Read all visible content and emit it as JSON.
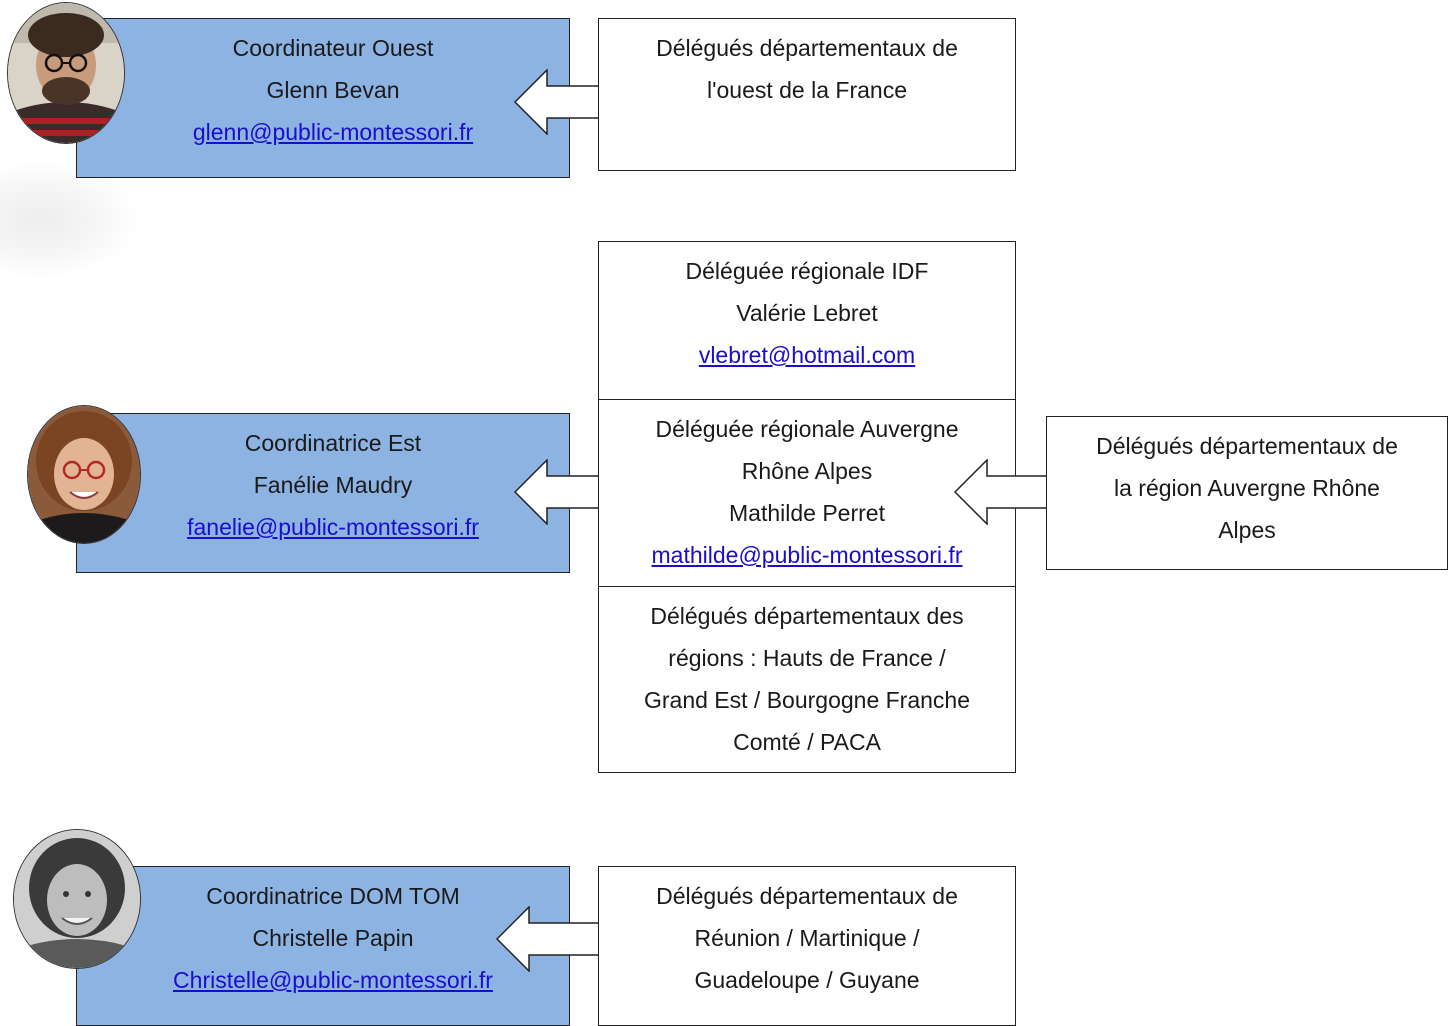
{
  "ouest": {
    "title": "Coordinateur Ouest",
    "name": "Glenn Bevan",
    "email": "glenn@public-montessori.fr",
    "target_lines": [
      "Délégués départementaux de",
      "l'ouest de la France"
    ]
  },
  "est": {
    "title": "Coordinatrice Est",
    "name": "Fanélie Maudry",
    "email": "fanelie@public-montessori.fr"
  },
  "idf": {
    "title": "Déléguée régionale IDF",
    "name": "Valérie Lebret",
    "email": "vlebret@hotmail.com"
  },
  "aura": {
    "title_line1": "Déléguée régionale Auvergne",
    "title_line2": "Rhône Alpes",
    "name": "Mathilde Perret",
    "email": "mathilde@public-montessori.fr",
    "target_lines": [
      "Délégués départementaux de",
      "la région Auvergne Rhône",
      "Alpes"
    ]
  },
  "regions": {
    "lines": [
      "Délégués départementaux des",
      "régions : Hauts de France  /",
      "Grand Est / Bourgogne Franche",
      "Comté / PACA"
    ]
  },
  "domtom": {
    "title": "Coordinatrice DOM TOM",
    "name": "Christelle Papin",
    "email": "Christelle@public-montessori.fr",
    "target_lines": [
      "Délégués départementaux de",
      "Réunion / Martinique /",
      "Guadeloupe /  Guyane"
    ]
  },
  "colors": {
    "coordinator_fill": "#8db3e2",
    "link": "#1a0dcc",
    "border": "#222222"
  }
}
